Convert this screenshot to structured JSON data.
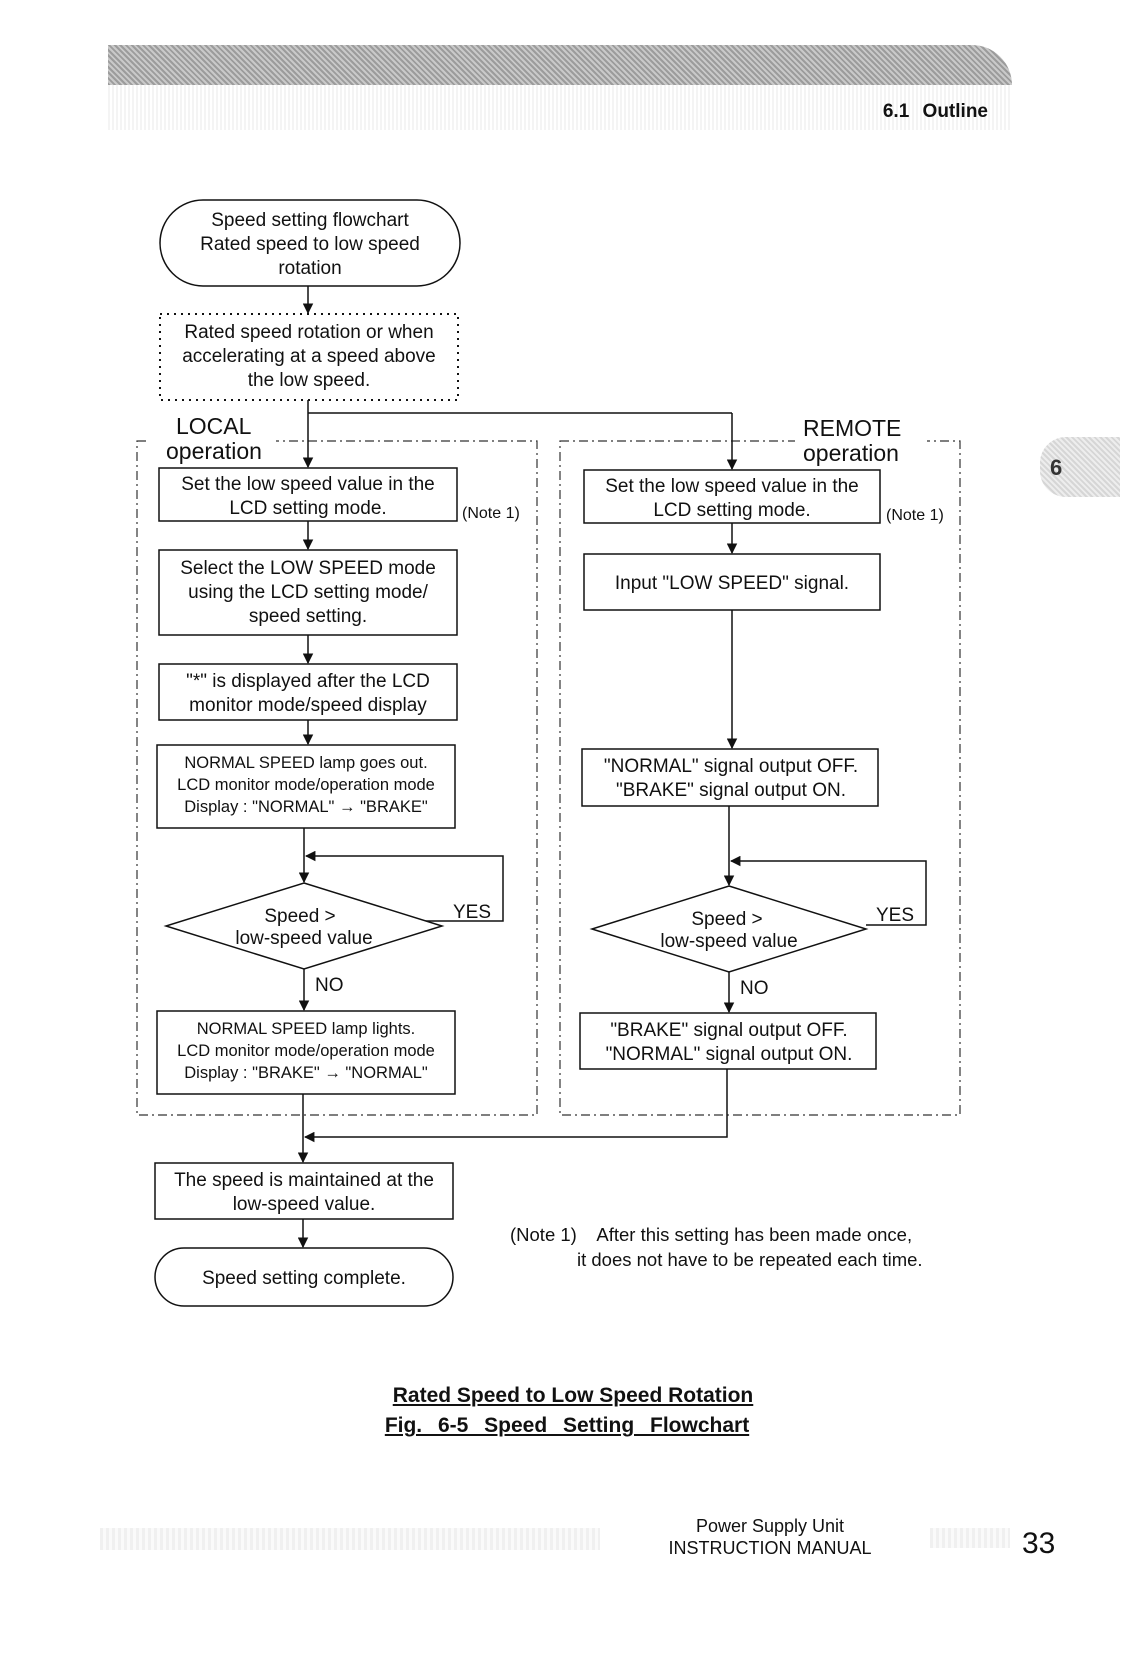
{
  "header": {
    "section": "6.1 Outline",
    "chapter_tab": "6"
  },
  "flowchart": {
    "start": [
      "Speed setting flowchart",
      "Rated speed to low speed",
      "rotation"
    ],
    "condition": [
      "Rated speed rotation or when",
      "accelerating at a speed above",
      "the low speed."
    ],
    "local_label": [
      "LOCAL",
      "operation"
    ],
    "remote_label": [
      "REMOTE",
      "operation"
    ],
    "local": {
      "step1": [
        "Set the low speed value in the",
        "LCD setting mode."
      ],
      "step2": [
        "Select the LOW SPEED mode",
        "using the LCD setting mode/",
        "speed setting."
      ],
      "step3": [
        "\"*\" is displayed after the LCD",
        "monitor mode/speed display"
      ],
      "step4": [
        "NORMAL SPEED lamp goes out.",
        "LCD monitor mode/operation mode",
        "Display : \"NORMAL\" → \"BRAKE\""
      ],
      "decision": [
        "Speed >",
        "low-speed value"
      ],
      "step5": [
        "NORMAL SPEED lamp lights.",
        "LCD monitor mode/operation mode",
        "Display : \"BRAKE\" → \"NORMAL\""
      ]
    },
    "remote": {
      "step1": [
        "Set the low speed value in the",
        "LCD setting mode."
      ],
      "step2": [
        "Input \"LOW SPEED\" signal."
      ],
      "step3": [
        "\"NORMAL\" signal output OFF.",
        "\"BRAKE\" signal output ON."
      ],
      "decision": [
        "Speed >",
        "low-speed value"
      ],
      "step4": [
        "\"BRAKE\" signal output OFF.",
        "\"NORMAL\" signal output ON."
      ]
    },
    "yes_label": "YES",
    "no_label": "NO",
    "note_ref": "(Note 1)",
    "maintained": [
      "The speed is maintained at the",
      "low-speed value."
    ],
    "end": [
      "Speed setting complete."
    ],
    "note_text": [
      "(Note 1)    After this setting has been made once,",
      "it does not have to be repeated each time."
    ]
  },
  "caption": {
    "line1": "Rated Speed to Low Speed Rotation",
    "line2": "Fig. 6-5   Speed Setting Flowchart"
  },
  "footer": {
    "manual_line1": "Power Supply Unit",
    "manual_line2": "INSTRUCTION MANUAL",
    "page_number": "33"
  }
}
